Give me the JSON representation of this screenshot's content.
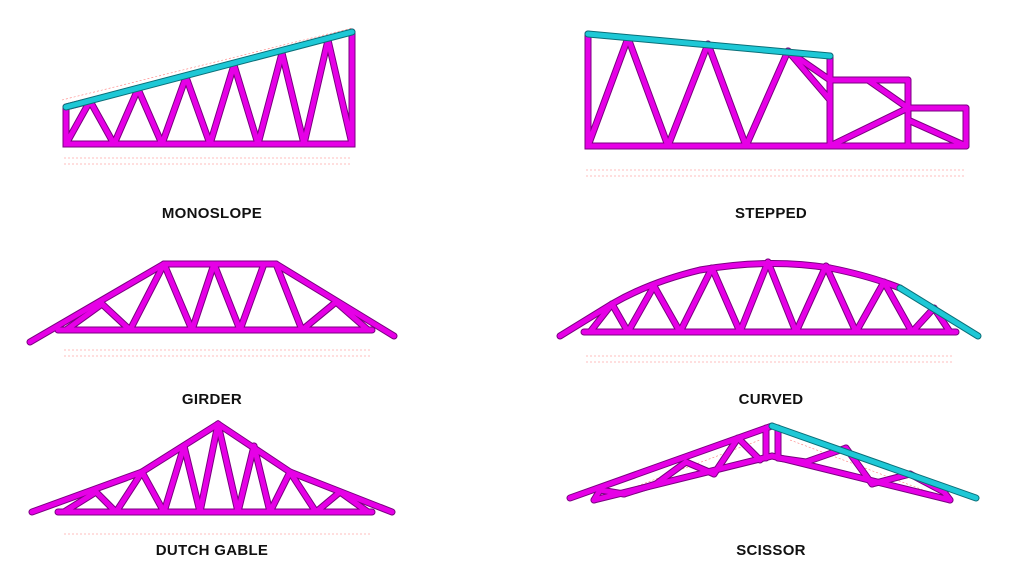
{
  "labels": {
    "monoslope": "MONOSLOPE",
    "stepped": "STEPPED",
    "girder": "GIRDER",
    "curved": "CURVED",
    "dutch_gable": "DUTCH GABLE",
    "scissor": "SCISSOR"
  },
  "colors": {
    "member": "#e600e6",
    "top_chord_highlight": "#1ec8d6",
    "dimension_red": "#e02020",
    "dimension_blue": "#2030d0",
    "background": "#ffffff"
  }
}
